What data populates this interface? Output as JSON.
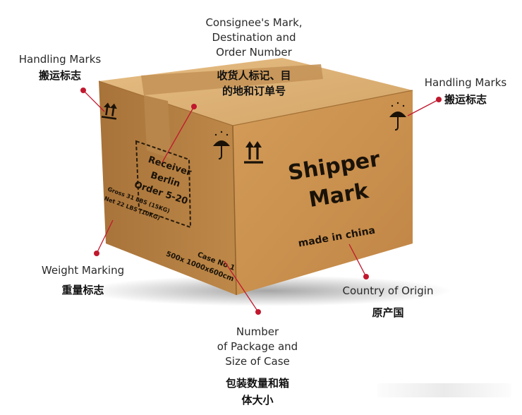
{
  "labels": {
    "handling_left_en": "Handling Marks",
    "handling_left_zh": "搬运标志",
    "consignee_en_1": "Consignee's Mark,",
    "consignee_en_2": "Destination and",
    "consignee_en_3": "Order Number",
    "consignee_zh_1": "收货人标记、目",
    "consignee_zh_2": "的地和订单号",
    "handling_right_en": "Handling Marks",
    "handling_right_zh": "搬运标志",
    "weight_en": "Weight Marking",
    "weight_zh": "重量标志",
    "origin_en": "Country of Origin",
    "origin_zh": "原产国",
    "number_en_1": "Number",
    "number_en_2": "of Package and",
    "number_en_3": "Size of Case",
    "number_zh_1": "包装数量和箱",
    "number_zh_2": "体大小"
  },
  "box_text": {
    "receiver_1": "Receiver",
    "receiver_2": "Berlin",
    "receiver_3": "Order 5-20",
    "shipper_1": "Shipper",
    "shipper_2": "Mark",
    "made_in": "made in china",
    "gross": "Gross 31 LBS (15KG)",
    "net": "Net 22 LBS (10KG)",
    "case_no": "Case No 1",
    "dims": "500x 1000x600cm"
  },
  "colors": {
    "cardboard_front": "#c8924f",
    "cardboard_side": "#b07a3c",
    "cardboard_top": "#ddb277",
    "tape": "#b98a4e",
    "leader_line": "#c0182e",
    "ink": "#1a1208"
  },
  "icons": {
    "arrows": "this-way-up-arrows-icon",
    "umbrella": "keep-dry-umbrella-icon"
  }
}
